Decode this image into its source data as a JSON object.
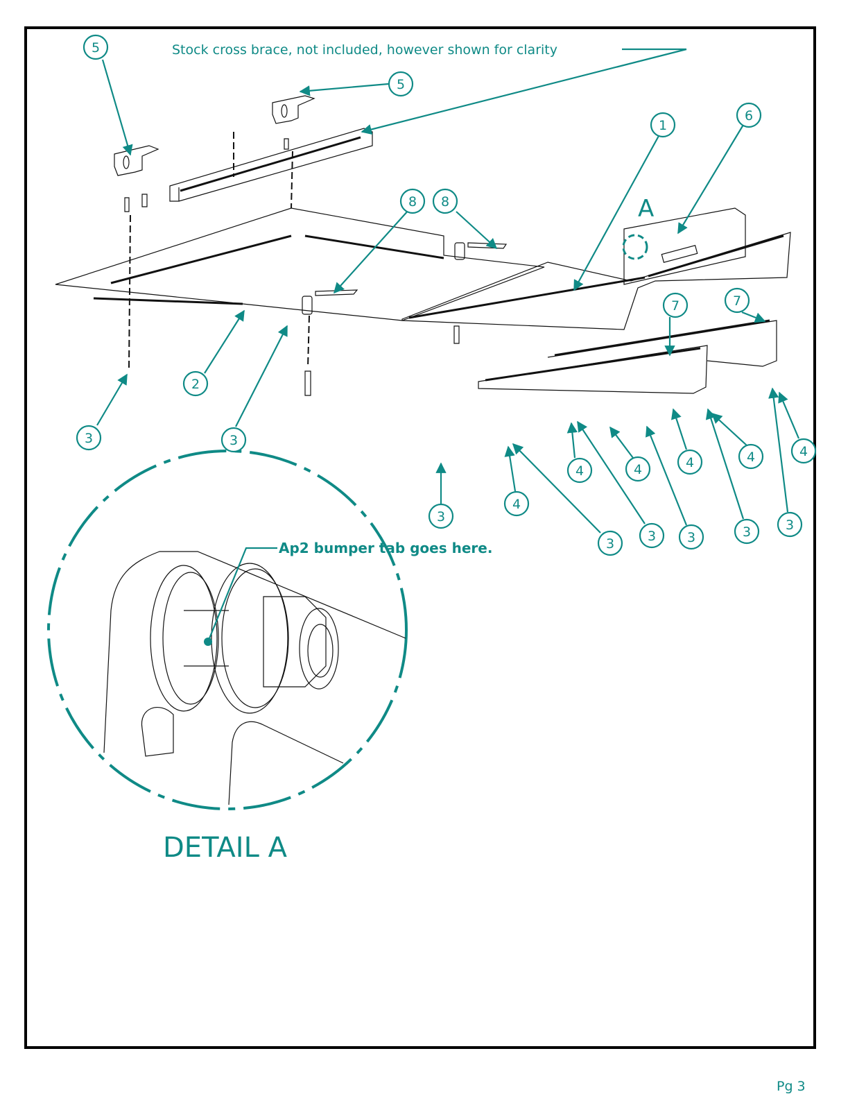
{
  "notes": {
    "cross_brace": "Stock cross brace, not included, however shown for clarity",
    "bumper_tab": "Ap2  bumper tab goes here.",
    "detail_label": "A",
    "detail_title": "DETAIL A"
  },
  "balloons": [
    {
      "id": "b5a",
      "label": "5"
    },
    {
      "id": "b5b",
      "label": "5"
    },
    {
      "id": "b1",
      "label": "1"
    },
    {
      "id": "b6",
      "label": "6"
    },
    {
      "id": "b8a",
      "label": "8"
    },
    {
      "id": "b8b",
      "label": "8"
    },
    {
      "id": "b2",
      "label": "2"
    },
    {
      "id": "b3a",
      "label": "3"
    },
    {
      "id": "b3b",
      "label": "3"
    },
    {
      "id": "b7a",
      "label": "7"
    },
    {
      "id": "b7b",
      "label": "7"
    },
    {
      "id": "b3c",
      "label": "3"
    },
    {
      "id": "b4a",
      "label": "4"
    },
    {
      "id": "b3d",
      "label": "3"
    },
    {
      "id": "b4b",
      "label": "4"
    },
    {
      "id": "b3e",
      "label": "3"
    },
    {
      "id": "b4c",
      "label": "4"
    },
    {
      "id": "b3f",
      "label": "3"
    },
    {
      "id": "b4d",
      "label": "4"
    },
    {
      "id": "b3g",
      "label": "3"
    },
    {
      "id": "b4e",
      "label": "4"
    },
    {
      "id": "b3h",
      "label": "3"
    },
    {
      "id": "b4f",
      "label": "4"
    }
  ],
  "footer": {
    "page": "Pg 3"
  },
  "colors": {
    "accent": "#0f8a86",
    "line": "#111111"
  }
}
